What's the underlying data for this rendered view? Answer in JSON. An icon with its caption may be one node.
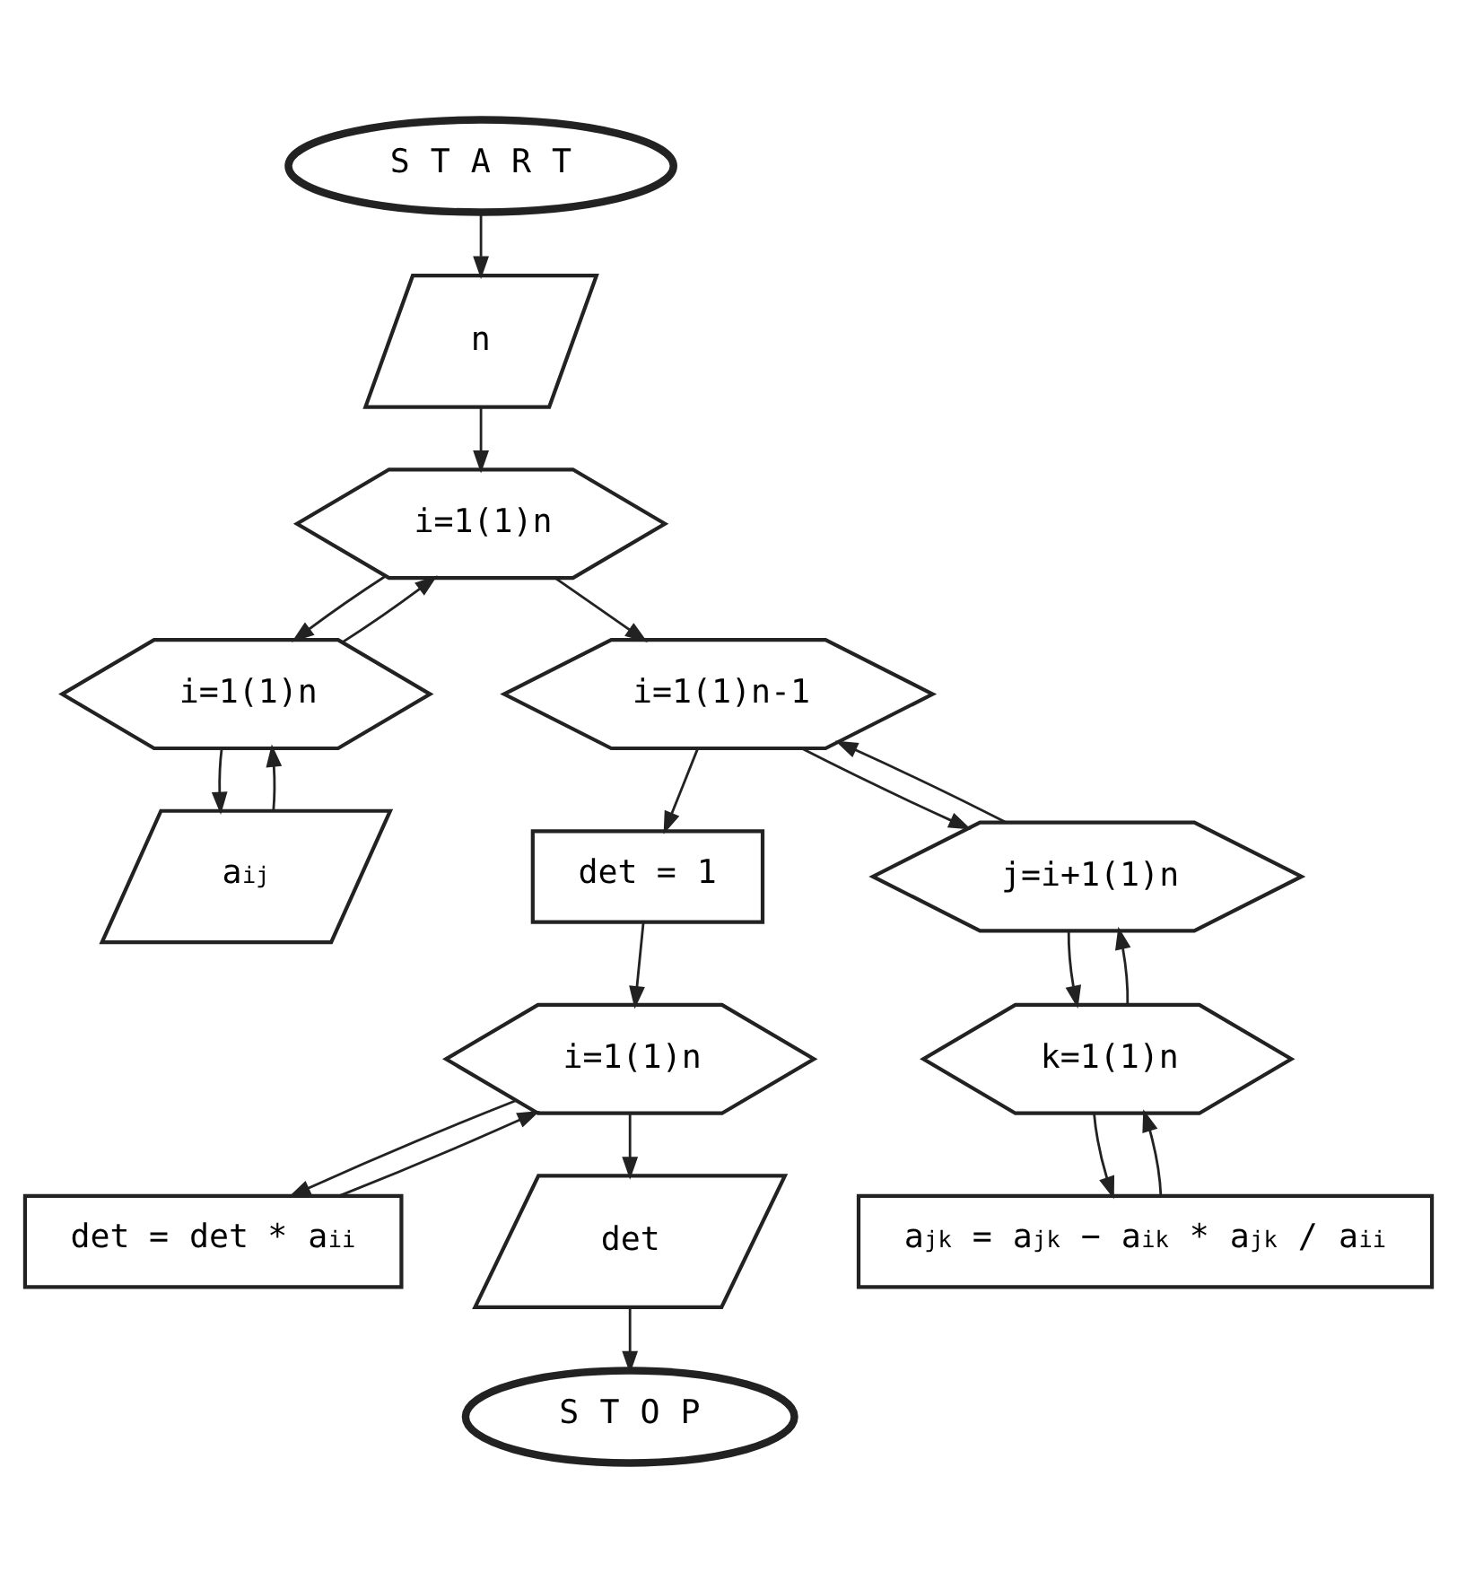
{
  "diagram": {
    "nodes": [
      {
        "text": [
          "S T A R T"
        ]
      },
      {
        "text": [
          "n"
        ]
      },
      {
        "text": [
          "i=1(1)n"
        ]
      },
      {
        "text": [
          "i=1(1)n"
        ]
      },
      {
        "text": [
          "a$_{ij}$"
        ]
      },
      {
        "text": [
          "i=1(1)n-1"
        ]
      },
      {
        "text": [
          "det = 1"
        ]
      },
      {
        "text": [
          "j=i+1(1)n"
        ]
      },
      {
        "text": [
          "i=1(1)n"
        ]
      },
      {
        "text": [
          "k=1(1)n"
        ]
      },
      {
        "text": [
          "det = det * a$_{ii}$"
        ]
      },
      {
        "text": [
          "a$_{jk}$ = a$_{jk}$ − a$_{ik}$ * a$_{jk}$ / a$_{ii}$"
        ]
      },
      {
        "text": [
          "det"
        ]
      },
      {
        "text": [
          "S T O P"
        ]
      }
    ],
    "edges": [
      {
        "from": 0,
        "to": 1,
        "arrow": "to"
      },
      {
        "from": 1,
        "to": 2,
        "arrow": "to"
      },
      {
        "from": 2,
        "to": 3,
        "arrow": "to"
      },
      {
        "from": 3,
        "to": 2,
        "arrow": "to"
      },
      {
        "from": 3,
        "to": 4,
        "arrow": "to"
      },
      {
        "from": 4,
        "to": 3,
        "arrow": "to"
      },
      {
        "from": 2,
        "to": 5,
        "arrow": "to"
      },
      {
        "from": 5,
        "to": 7,
        "arrow": "to"
      },
      {
        "from": 7,
        "to": 5,
        "arrow": "to"
      },
      {
        "from": 5,
        "to": 6,
        "arrow": "to"
      },
      {
        "from": 7,
        "to": 9,
        "arrow": "to"
      },
      {
        "from": 9,
        "to": 7,
        "arrow": "to"
      },
      {
        "from": 9,
        "to": 11,
        "arrow": "to"
      },
      {
        "from": 11,
        "to": 9,
        "arrow": "to"
      },
      {
        "from": 6,
        "to": 8,
        "arrow": "to"
      },
      {
        "from": 8,
        "to": 10,
        "arrow": "to"
      },
      {
        "from": 10,
        "to": 8,
        "arrow": "to"
      },
      {
        "from": 8,
        "to": 12,
        "arrow": "to"
      },
      {
        "from": 12,
        "to": 13,
        "arrow": "to"
      }
    ]
  }
}
